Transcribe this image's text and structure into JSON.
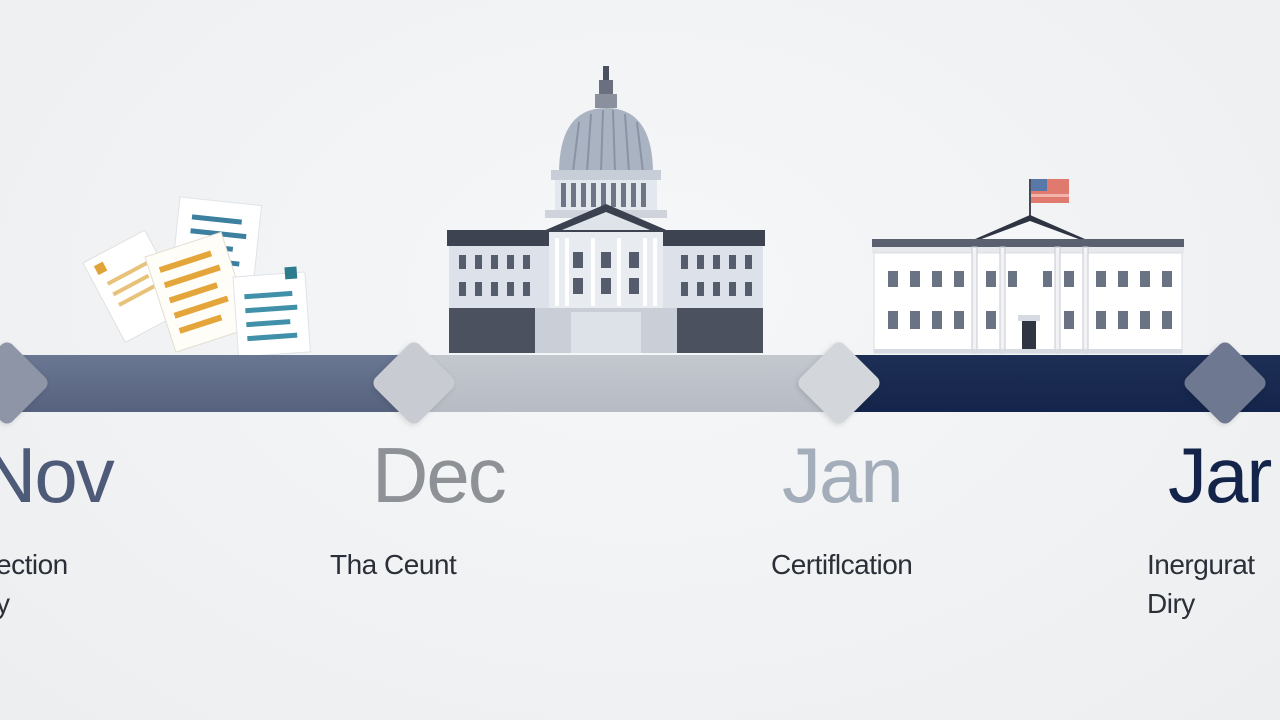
{
  "timeline": {
    "segment_colors": [
      "#5e6a86",
      "#bdc2c9",
      "#17274d"
    ],
    "milestones": [
      {
        "month": "Nov",
        "event_lines": [
          "ection",
          "y"
        ],
        "month_color": "#4d5a78",
        "marker_color": "#8d95a6",
        "icon": "ballot-documents-icon"
      },
      {
        "month": "Dec",
        "event_lines": [
          "Tha Ceunt"
        ],
        "month_color": "#8e9196",
        "marker_color": "#c8ccd2",
        "icon": "capitol-building-icon"
      },
      {
        "month": "Jan",
        "event_lines": [
          "Certiflcation"
        ],
        "month_color": "#a4adba",
        "marker_color": "#d3d6db",
        "icon": "white-house-icon"
      },
      {
        "month": "Jar",
        "event_lines": [
          "Inergurat",
          "Diry"
        ],
        "month_color": "#13234a",
        "marker_color": "#6f7891",
        "icon": null
      }
    ]
  }
}
